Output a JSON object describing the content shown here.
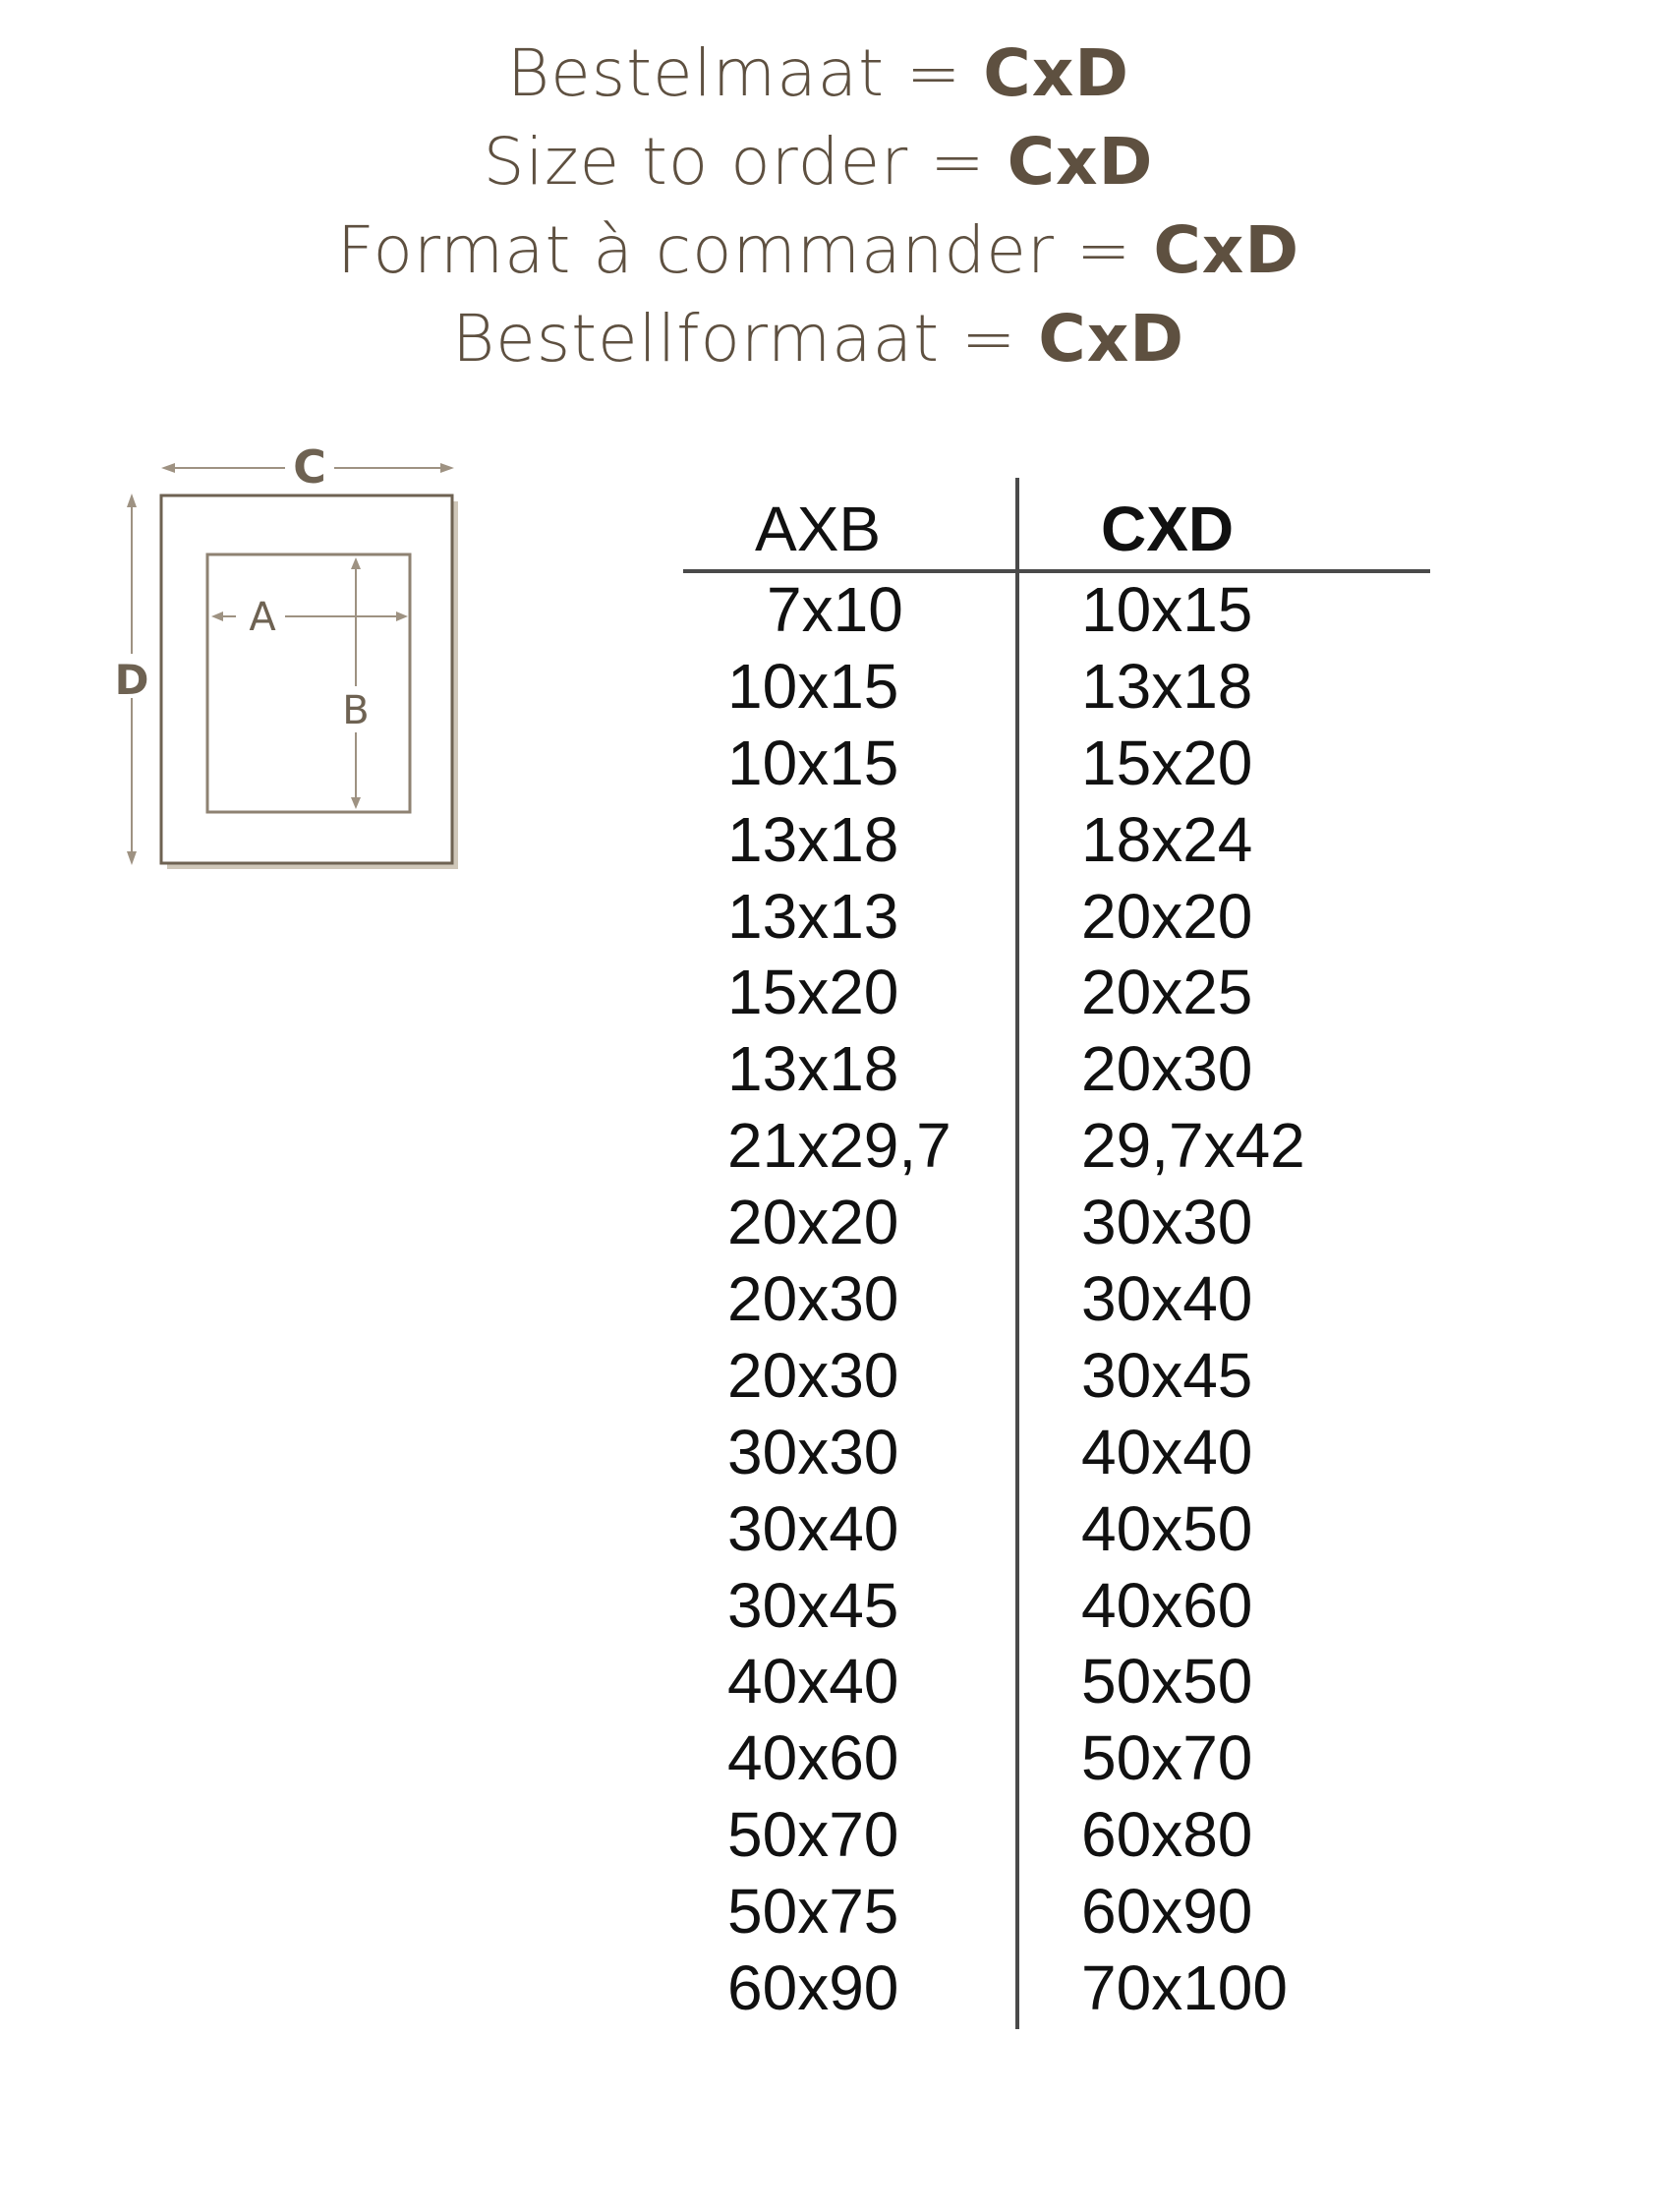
{
  "headlines": [
    {
      "label": "Bestelmaat",
      "equals": "=",
      "value": "CxD"
    },
    {
      "label": "Size to order",
      "equals": "=",
      "value": "CxD"
    },
    {
      "label": "Format à commander",
      "equals": "=",
      "value": "CxD"
    },
    {
      "label": "Bestellformaat",
      "equals": "=",
      "value": "CxD"
    }
  ],
  "diagram": {
    "labels": {
      "c": "C",
      "d": "D",
      "a": "A",
      "b": "B"
    },
    "colors": {
      "line": "#6e6252",
      "arrow": "#9e9282",
      "shadow": "#cfc7b9"
    }
  },
  "table": {
    "headers": {
      "a": "AXB",
      "b": "CXD"
    },
    "rows": [
      {
        "ab": "7x10",
        "cd": "10x15"
      },
      {
        "ab": "10x15",
        "cd": "13x18"
      },
      {
        "ab": "10x15",
        "cd": "15x20"
      },
      {
        "ab": "13x18",
        "cd": "18x24"
      },
      {
        "ab": "13x13",
        "cd": "20x20"
      },
      {
        "ab": "15x20",
        "cd": "20x25"
      },
      {
        "ab": "13x18",
        "cd": "20x30"
      },
      {
        "ab": "21x29,7",
        "cd": "29,7x42"
      },
      {
        "ab": "20x20",
        "cd": "30x30"
      },
      {
        "ab": "20x30",
        "cd": "30x40"
      },
      {
        "ab": "20x30",
        "cd": "30x45"
      },
      {
        "ab": "30x30",
        "cd": "40x40"
      },
      {
        "ab": "30x40",
        "cd": "40x50"
      },
      {
        "ab": "30x45",
        "cd": "40x60"
      },
      {
        "ab": "40x40",
        "cd": "50x50"
      },
      {
        "ab": "40x60",
        "cd": "50x70"
      },
      {
        "ab": "50x70",
        "cd": "60x80"
      },
      {
        "ab": "50x75",
        "cd": "60x90"
      },
      {
        "ab": "60x90",
        "cd": "70x100"
      }
    ]
  }
}
